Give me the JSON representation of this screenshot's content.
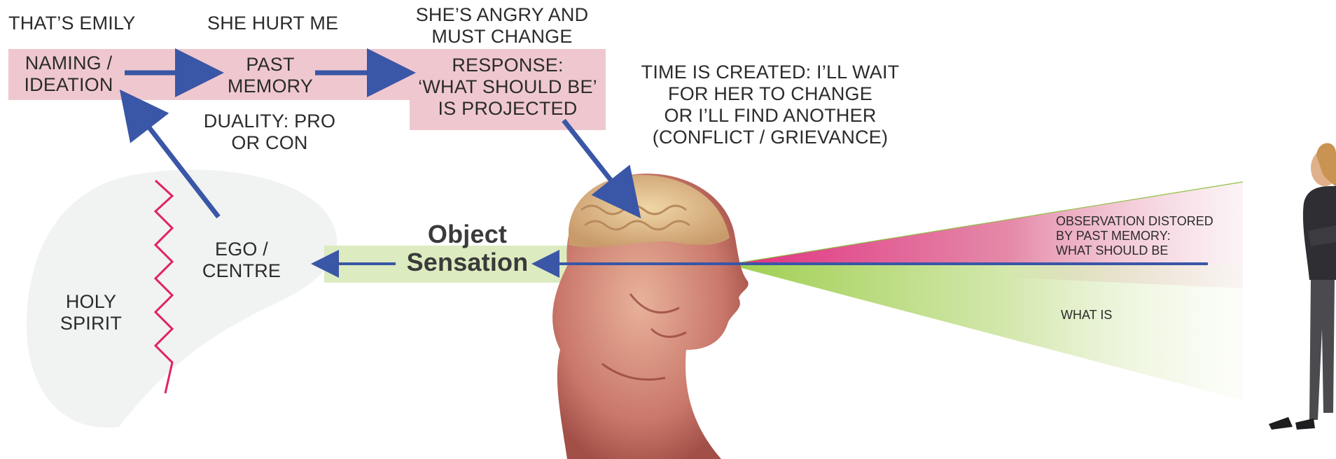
{
  "labels": {
    "thats_emily": "THAT’S EMILY",
    "she_hurt_me": "SHE HURT ME",
    "shes_angry": "SHE’S ANGRY AND\nMUST CHANGE",
    "naming": "NAMING /\nIDEATION",
    "past_memory": "PAST\nMEMORY",
    "response": "RESPONSE:\n‘WHAT SHOULD BE’\nIS PROJECTED",
    "duality": "DUALITY: PRO\nOR CON",
    "time_created": "TIME IS CREATED: I’LL WAIT\nFOR HER TO CHANGE\nOR I’LL FIND ANOTHER\n(CONFLICT / GRIEVANCE)",
    "ego": "EGO /\nCENTRE",
    "holy_spirit": "HOLY\nSPIRIT",
    "object_sensation": "Object\nSensation",
    "observation": "OBSERVATION DISTORED\nBY PAST MEMORY:\nWHAT SHOULD BE",
    "what_is": "WHAT IS"
  },
  "colors": {
    "arrow": "#3a56a6",
    "pink_box": "#efc8cf",
    "green_band": "#dcebc0",
    "blob": "#f1f2f2",
    "zigzag": "#e0245e",
    "magenta_beam": "#e0307f",
    "green_beam": "#a6d15a"
  },
  "icons": {
    "head": "anatomical-head-icon",
    "woman": "standing-woman-icon"
  }
}
